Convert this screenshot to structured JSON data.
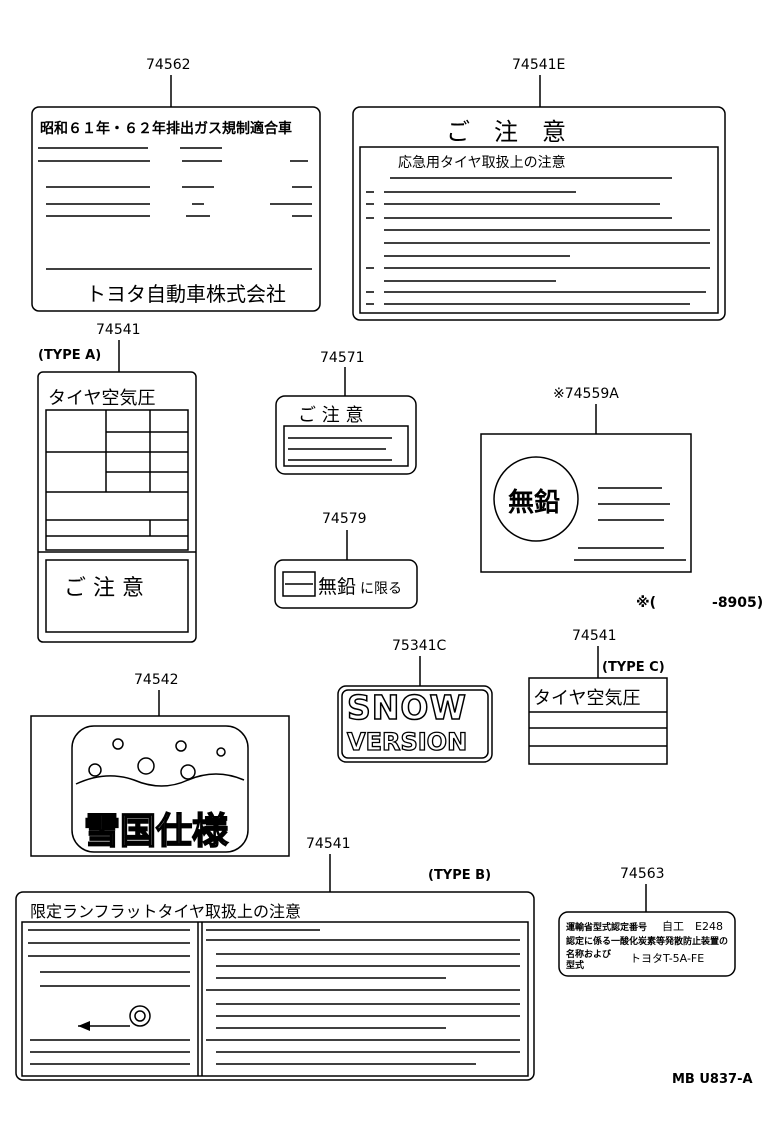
{
  "labels": {
    "p74562": {
      "part_no": "74562",
      "heading": "昭和６１年・６２年排出ガス規制適合車",
      "footer": "トヨタ自動車株式会社"
    },
    "p74541E": {
      "part_no": "74541E",
      "heading": "ご　注　意",
      "subheading": "応急用タイヤ取扱上の注意"
    },
    "p74541A": {
      "part_no": "74541",
      "type": "(TYPE A)",
      "heading": "タイヤ空気圧",
      "caution": "ご 注 意"
    },
    "p74571": {
      "part_no": "74571",
      "heading": "ご 注 意"
    },
    "p74559A": {
      "part_no": "※74559A",
      "emblem": "無鉛"
    },
    "p74579": {
      "part_no": "74579",
      "text_big": "無鉛",
      "text_small": "に限る"
    },
    "note_8905": "※(　　　　-8905)",
    "p75341C": {
      "part_no": "75341C",
      "line1": "SNOW",
      "line2": "VERSION"
    },
    "p74541C": {
      "part_no": "74541",
      "type": "(TYPE C)",
      "heading": "タイヤ空気圧"
    },
    "p74542": {
      "part_no": "74542",
      "text": "雪国仕様"
    },
    "p74541B": {
      "part_no": "74541",
      "type": "(TYPE B)",
      "heading": "限定ランフラットタイヤ取扱上の注意"
    },
    "p74563": {
      "part_no": "74563",
      "row1_left": "運輸省型式認定番号",
      "row1_right": "自工　E248",
      "row2": "認定に係る一酸化炭素等発散防止装置の",
      "row3_left": "名称および",
      "row4_left": "型式",
      "row3_right": "トヨタT-5A-FE"
    },
    "diagram_code": "MB U837-A"
  }
}
